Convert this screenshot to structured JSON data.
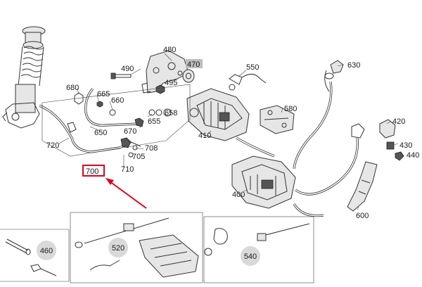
{
  "labels": {
    "l480": "480",
    "l470": "470",
    "l490": "490",
    "l495": "495",
    "l550": "550",
    "l630": "630",
    "l680": "680",
    "l665": "665",
    "l660": "660",
    "l658": "658",
    "l655": "655",
    "l670": "670",
    "l650": "650",
    "l580": "580",
    "l410": "410",
    "l420": "420",
    "l430": "430",
    "l440": "440",
    "l720": "720",
    "l708": "708",
    "l705": "705",
    "l710": "710",
    "l700": "700",
    "l400": "400",
    "l600": "600",
    "l460": "460",
    "l520": "520",
    "l540": "540"
  },
  "highlight": {
    "part": "700",
    "box_color": "#e0001b",
    "arrow_color": "#e0001b"
  },
  "shaded_label_color": "#bdbdbd"
}
